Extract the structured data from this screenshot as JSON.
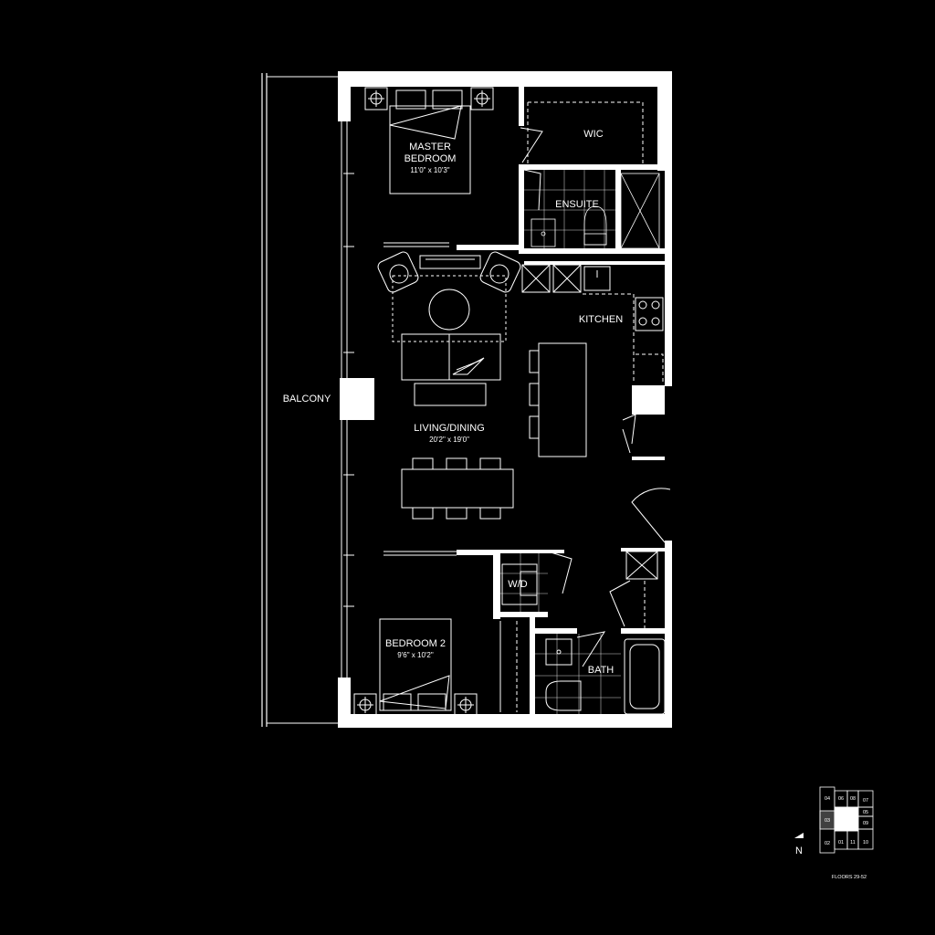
{
  "rooms": {
    "master": {
      "name_line1": "MASTER",
      "name_line2": "BEDROOM",
      "dims": "11'0\" x 10'3\""
    },
    "wic": {
      "name": "WIC"
    },
    "ensuite": {
      "name": "ENSUITE"
    },
    "kitchen": {
      "name": "KITCHEN"
    },
    "living": {
      "name": "LIVING/DINING",
      "dims": "20'2\" x 19'0\""
    },
    "balcony": {
      "name": "BALCONY"
    },
    "wd": {
      "name": "W/D"
    },
    "bedroom2": {
      "name": "BEDROOM 2",
      "dims": "9'6\" x 10'2\""
    },
    "bath": {
      "name": "BATH"
    }
  },
  "keyplan": {
    "floors": "FLOORS 29-52",
    "north": "N",
    "units": [
      "04",
      "06",
      "08",
      "07",
      "05",
      "03",
      "09",
      "02",
      "01",
      "11",
      "10"
    ]
  },
  "colors": {
    "background": "#000000",
    "line": "#ffffff"
  }
}
